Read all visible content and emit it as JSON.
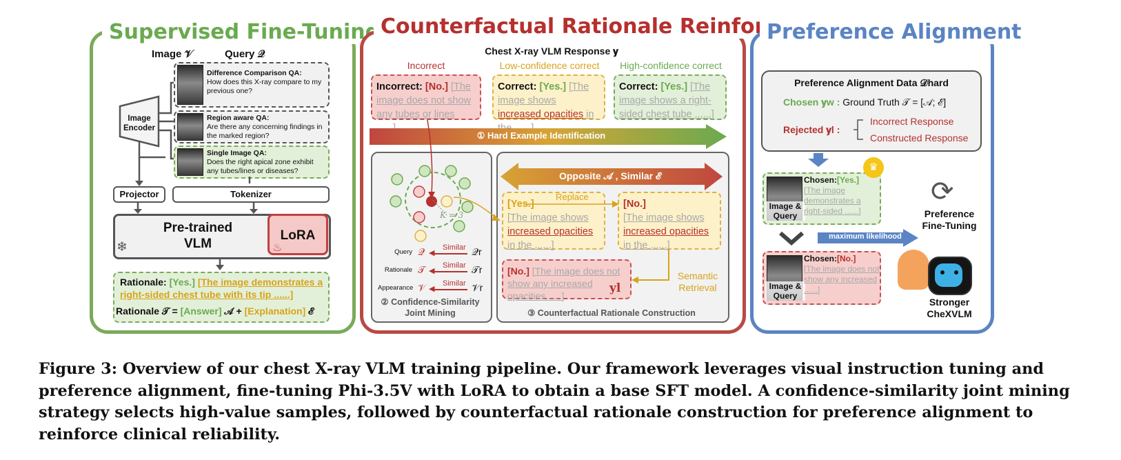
{
  "panels": {
    "sft": {
      "title": "Supervised Fine-Tuning",
      "image_label": "Image 𝒱",
      "query_label": "Query 𝒬",
      "image_encoder": "Image Encoder",
      "projector": "Projector",
      "tokenizer": "Tokenizer",
      "vlm": "Pre-trained VLM",
      "lora": "LoRA",
      "qa": [
        {
          "title": "Difference Comparison QA:",
          "text": "How does this X-ray compare to my previous one?"
        },
        {
          "title": "Region aware QA:",
          "text": "Are there any concerning findings in the marked region?"
        },
        {
          "title": "Single Image QA:",
          "text": "Does the right apical zone exhibit any tubes/lines or diseases?"
        }
      ],
      "rationale_label": "Rationale:",
      "rationale_answer": "[Yes.]",
      "rationale_text": "[The image demonstrates a right-sided chest tube with its tip ......]",
      "formula_prefix": "Rationale 𝒯 =",
      "formula_answer": "[Answer]",
      "formula_a": "𝒜 +",
      "formula_expl": "[Explanation]",
      "formula_e": "ℰ"
    },
    "crr": {
      "title": "Counterfactual Rationale Reinforce",
      "response_header": "Chest X-ray VLM Response 𝐲",
      "cols": [
        "Incorrect",
        "Low-confidence correct",
        "High-confidence correct"
      ],
      "responses": [
        {
          "label": "Incorrect:",
          "answer": "[No.]",
          "text": "[The image does not show any tubes or lines ......]"
        },
        {
          "label": "Correct:",
          "answer": "[Yes.]",
          "text_a": "[The image shows ",
          "text_b": "increased opacities",
          "text_c": " in the ......]"
        },
        {
          "label": "Correct:",
          "answer": "[Yes.]",
          "text": "[The image shows a right-sided chest tube ......]"
        }
      ],
      "hard_example": "① Hard Example Identification",
      "joint_mining": "② Confidence-Similarity Joint Mining",
      "construction": "③ Counterfactual Rationale Construction",
      "opposite_similar": "Opposite 𝒜 , Similar ℰ",
      "replace": "Replace",
      "k_label": "K = 3",
      "mining_rows": [
        {
          "name": "Query",
          "sym": "𝒬",
          "similar": "Similar",
          "sym_r": "𝒬r"
        },
        {
          "name": "Rationale",
          "sym": "𝒯",
          "similar": "Similar",
          "sym_r": "𝒯r"
        },
        {
          "name": "Appearance",
          "sym": "𝒱",
          "similar": "Similar",
          "sym_r": "𝒱r"
        }
      ],
      "yes_box": {
        "answer": "[Yes.]",
        "text_a": "[The image shows ",
        "text_b": "increased opacities",
        "text_c": " in the ......]"
      },
      "no_box": {
        "answer": "[No.]",
        "text_a": "[The image shows ",
        "text_b": "increased opacities",
        "text_c": " in the ......]"
      },
      "yl_box": {
        "answer": "[No.]",
        "text": "[The image does not show any increased opacities......]",
        "sym": "𝐲l"
      },
      "semantic_retrieval": "Semantic Retrieval"
    },
    "pa": {
      "title": "Preference Alignment",
      "data_title": "Preference Alignment Data 𝒟hard",
      "chosen_label": "Chosen 𝐲w :",
      "chosen_value": "Ground Truth 𝒯 = [𝒜; ℰ]",
      "rejected_label": "Rejected 𝐲l :",
      "rejected_items": [
        "Incorrect Response",
        "Constructed Response"
      ],
      "card1": {
        "img": "Image & Query",
        "chosen": "Chosen:",
        "answer": "[Yes.]",
        "text": "[The image demonstrates a right-sided ......]"
      },
      "card2": {
        "img": "Image & Query",
        "chosen": "Chosen:",
        "answer": "[No.]",
        "text": "[The image does not show any increased ......]"
      },
      "max_likelihood": "maximum likelihood",
      "pft": "Preference Fine-Tuning",
      "stronger": "Stronger CheXVLM"
    }
  },
  "caption": "Figure 3: Overview of our chest X-ray VLM training pipeline. Our framework leverages visual instruction tuning and preference alignment, fine-tuning Phi-3.5V with LoRA to obtain a base SFT model. A confidence-similarity joint mining strategy selects high-value samples, followed by counterfactual rationale construction for preference alignment to reinforce clinical reliability.",
  "colors": {
    "green": "#6aaa4f",
    "red": "#b5302e",
    "blue": "#5a84c4",
    "amber": "#d9a21a"
  }
}
